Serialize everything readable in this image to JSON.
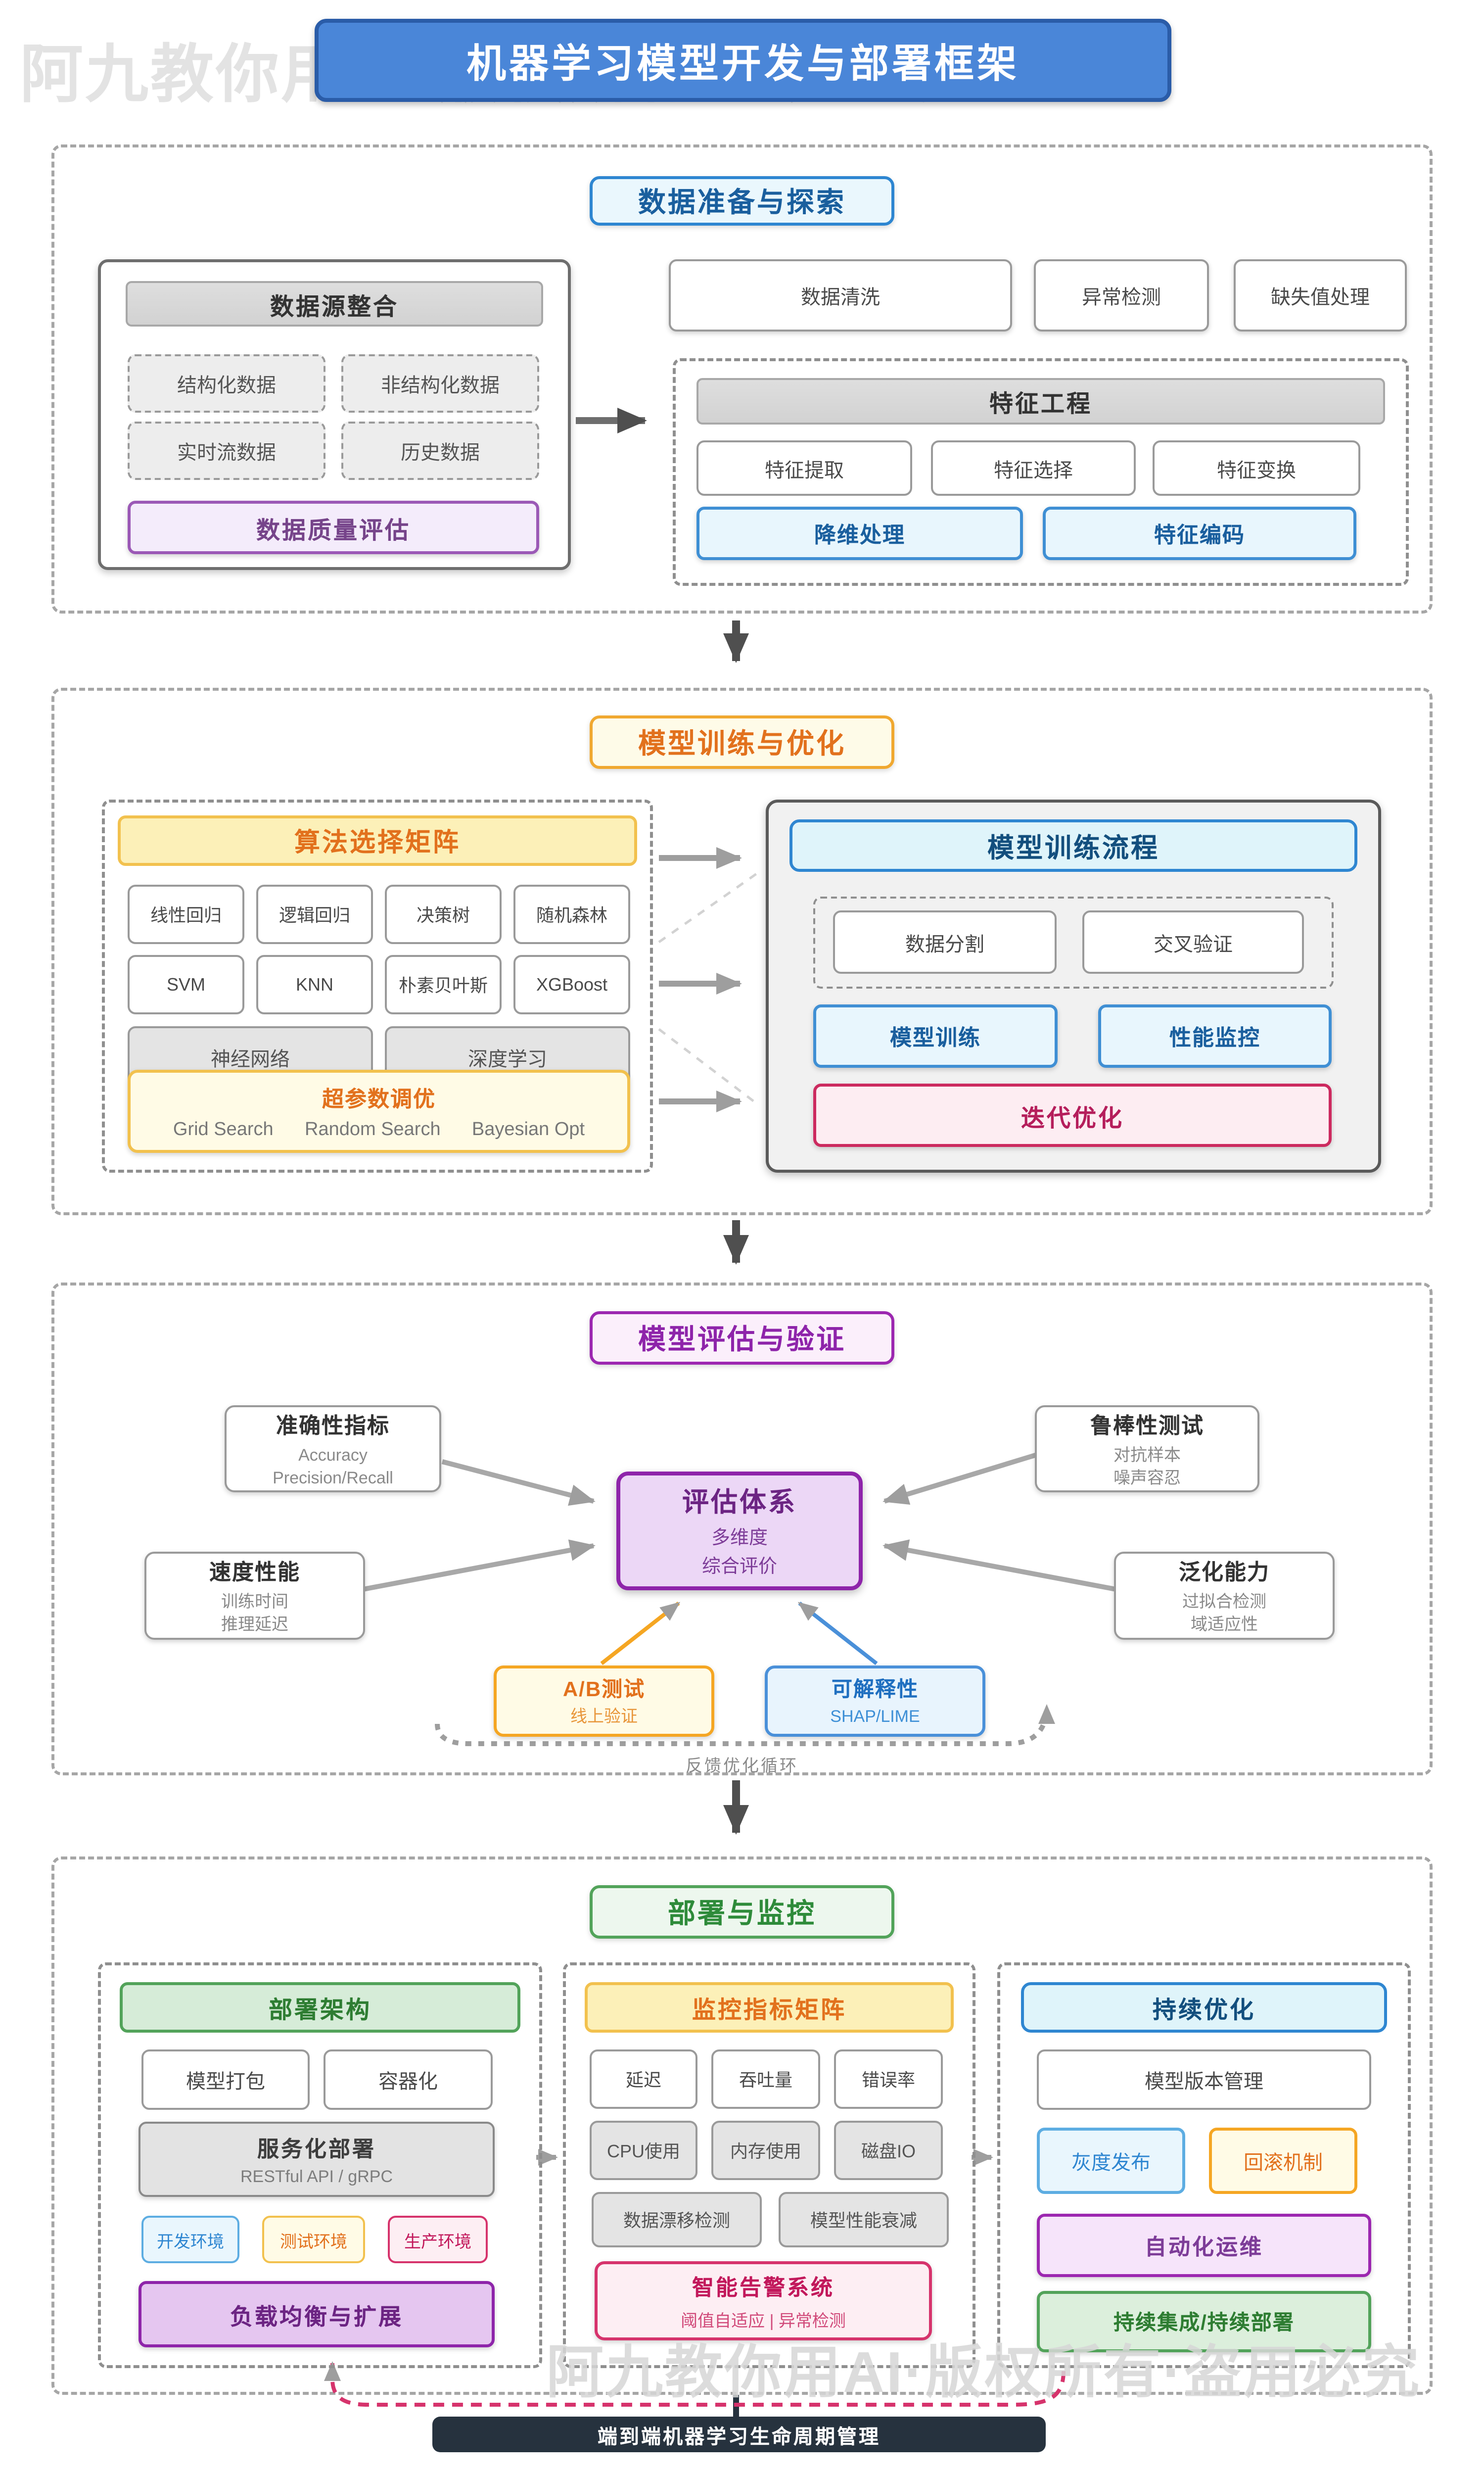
{
  "watermark_top": "阿九教你用AI·版权所有·盗用必究",
  "watermark_bottom": "阿九教你用AI·版权所有·盗用必究",
  "title": "机器学习模型开发与部署框架",
  "footer_bar": "端到端机器学习生命周期管理",
  "feedback_loop_label": "反馈优化循环",
  "colors": {
    "title_blue": "#4a86d8",
    "accent_orange": "#e2711d",
    "accent_purple": "#8e24aa",
    "accent_green": "#2e8b3a",
    "accent_crimson": "#d6336c",
    "accent_blue": "#2e86d1"
  },
  "s1": {
    "header": "数据准备与探索",
    "source": {
      "header": "数据源整合",
      "items": [
        "结构化数据",
        "非结构化数据",
        "实时流数据",
        "历史数据"
      ],
      "quality": "数据质量评估"
    },
    "top_boxes": [
      "数据清洗",
      "异常检测",
      "缺失值处理"
    ],
    "feature": {
      "header": "特征工程",
      "row1": [
        "特征提取",
        "特征选择",
        "特征变换"
      ],
      "row2": [
        "降维处理",
        "特征编码"
      ]
    }
  },
  "s2": {
    "header": "模型训练与优化",
    "algo": {
      "header": "算法选择矩阵",
      "grid": [
        "线性回归",
        "逻辑回归",
        "决策树",
        "随机森林",
        "SVM",
        "KNN",
        "朴素贝叶斯",
        "XGBoost"
      ],
      "gray": [
        "神经网络",
        "深度学习"
      ],
      "tuning_title": "超参数调优",
      "tuning_body": "Grid Search      Random Search      Bayesian Opt"
    },
    "flow": {
      "header": "模型训练流程",
      "dashed": [
        "数据分割",
        "交叉验证"
      ],
      "blue": [
        "模型训练",
        "性能监控"
      ],
      "pink": "迭代优化"
    }
  },
  "s3": {
    "header": "模型评估与验证",
    "center": {
      "title": "评估体系",
      "sub1": "多维度",
      "sub2": "综合评价"
    },
    "accuracy": {
      "title": "准确性指标",
      "sub1": "Accuracy",
      "sub2": "Precision/Recall"
    },
    "robust": {
      "title": "鲁棒性测试",
      "sub1": "对抗样本",
      "sub2": "噪声容忍"
    },
    "speed": {
      "title": "速度性能",
      "sub1": "训练时间",
      "sub2": "推理延迟"
    },
    "general": {
      "title": "泛化能力",
      "sub1": "过拟合检测",
      "sub2": "域适应性"
    },
    "ab": {
      "title": "A/B测试",
      "sub": "线上验证"
    },
    "explain": {
      "title": "可解释性",
      "sub": "SHAP/LIME"
    }
  },
  "s4": {
    "header": "部署与监控",
    "deploy": {
      "header": "部署架构",
      "row1": [
        "模型打包",
        "容器化"
      ],
      "service_title": "服务化部署",
      "service_sub": "RESTful API / gRPC",
      "envs": [
        "开发环境",
        "测试环境",
        "生产环境"
      ],
      "lb": "负载均衡与扩展"
    },
    "monitor": {
      "header": "监控指标矩阵",
      "row1": [
        "延迟",
        "吞吐量",
        "错误率"
      ],
      "row2": [
        "CPU使用",
        "内存使用",
        "磁盘IO"
      ],
      "row3": [
        "数据漂移检测",
        "模型性能衰减"
      ],
      "alert_title": "智能告警系统",
      "alert_sub": "阈值自适应 | 异常检测"
    },
    "optimize": {
      "header": "持续优化",
      "version": "模型版本管理",
      "gray_release": "灰度发布",
      "rollback": "回滚机制",
      "automation": "自动化运维",
      "cicd": "持续集成/持续部署"
    }
  }
}
